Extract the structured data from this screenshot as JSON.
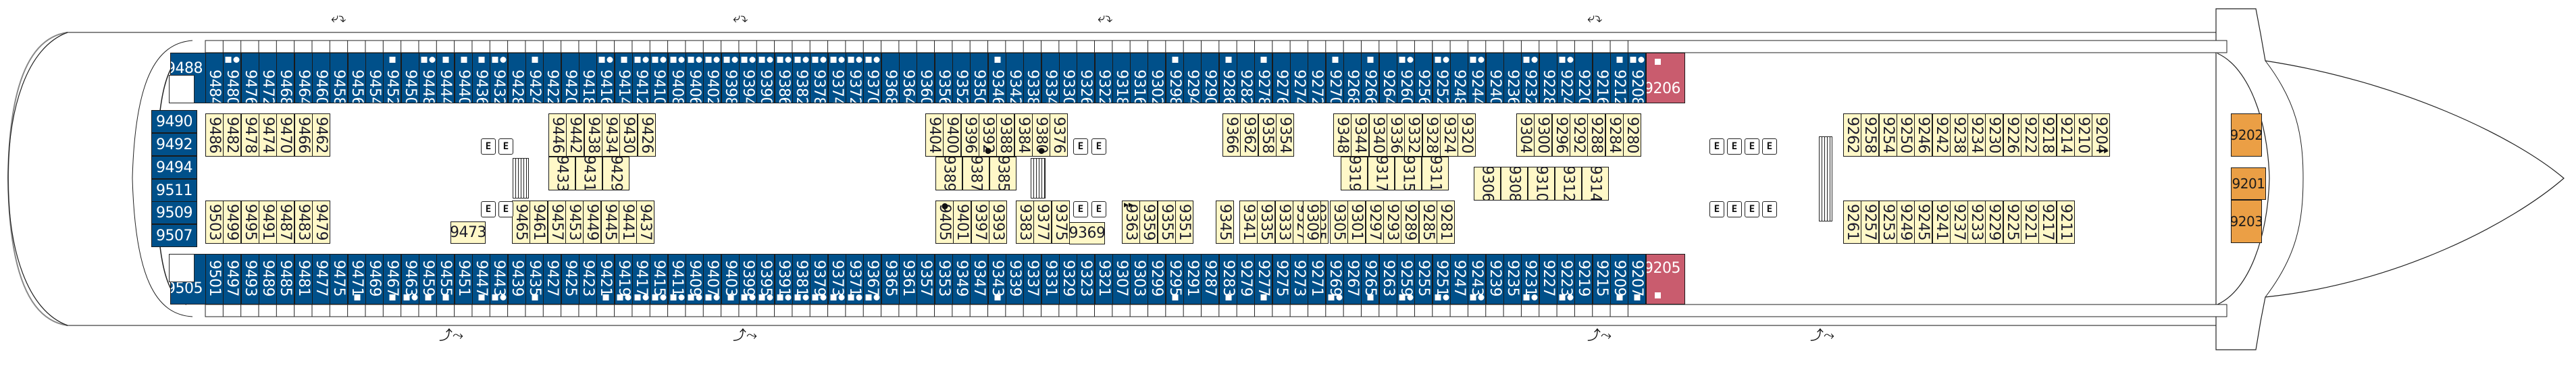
{
  "map": {
    "title": "Deck 9 cabin plan",
    "colors": {
      "balcony_cabin": "#00508a",
      "inside_cabin": "#fff8c8",
      "corner_suite": "#c95c6e",
      "forward_suite": "#eb9f45"
    },
    "legend_symbols": {
      "square": "square-marker",
      "dot": "dot-marker",
      "double_triangle": "accessible-marker",
      "connecting": "connecting-arrows-icon",
      "elevator": "elevator-icon",
      "stairs": "stairs-icon"
    },
    "port_outer_row": [
      {
        "n": "9484",
        "m": ""
      },
      {
        "n": "9480",
        "m": "sd"
      },
      {
        "n": "9476",
        "m": ""
      },
      {
        "n": "9472",
        "m": ""
      },
      {
        "n": "9468",
        "m": ""
      },
      {
        "n": "9464",
        "m": ""
      },
      {
        "n": "9460",
        "m": ""
      },
      {
        "n": "9458",
        "m": ""
      },
      {
        "n": "9456",
        "m": ""
      },
      {
        "n": "9454",
        "m": ""
      },
      {
        "n": "9452",
        "m": "s"
      },
      {
        "n": "9450",
        "m": ""
      },
      {
        "n": "9448",
        "m": "sd"
      },
      {
        "n": "9444",
        "m": "s"
      },
      {
        "n": "9440",
        "m": "s"
      },
      {
        "n": "9436",
        "m": "s"
      },
      {
        "n": "9432",
        "m": "sd"
      },
      {
        "n": "9428",
        "m": ""
      },
      {
        "n": "9424",
        "m": "s"
      },
      {
        "n": "9422",
        "m": ""
      },
      {
        "n": "9420",
        "m": ""
      },
      {
        "n": "9418",
        "m": ""
      },
      {
        "n": "9416",
        "m": "sd"
      },
      {
        "n": "9414",
        "m": "s"
      },
      {
        "n": "9412",
        "m": "sd"
      },
      {
        "n": "9410",
        "m": "sd"
      },
      {
        "n": "9408",
        "m": "sd"
      },
      {
        "n": "9406",
        "m": "sd"
      },
      {
        "n": "9402",
        "m": "sd"
      },
      {
        "n": "9398",
        "m": "sd"
      },
      {
        "n": "9394",
        "m": "sd"
      },
      {
        "n": "9390",
        "m": "sd"
      },
      {
        "n": "9386",
        "m": "sd"
      },
      {
        "n": "9382",
        "m": "sd"
      },
      {
        "n": "9378",
        "m": "sd"
      },
      {
        "n": "9374",
        "m": "sd"
      },
      {
        "n": "9372",
        "m": "sd"
      },
      {
        "n": "9370",
        "m": "sd"
      },
      {
        "n": "9368",
        "m": ""
      },
      {
        "n": "9364",
        "m": ""
      },
      {
        "n": "9360",
        "m": ""
      },
      {
        "n": "9356",
        "m": ""
      },
      {
        "n": "9352",
        "m": ""
      },
      {
        "n": "9350",
        "m": ""
      },
      {
        "n": "9346",
        "m": "s"
      },
      {
        "n": "9342",
        "m": ""
      },
      {
        "n": "9338",
        "m": ""
      },
      {
        "n": "9334",
        "m": ""
      },
      {
        "n": "9330",
        "m": ""
      },
      {
        "n": "9326",
        "m": ""
      },
      {
        "n": "9322",
        "m": ""
      },
      {
        "n": "9318",
        "m": ""
      },
      {
        "n": "9316",
        "m": ""
      },
      {
        "n": "9302",
        "m": ""
      },
      {
        "n": "9298",
        "m": "s"
      },
      {
        "n": "9294",
        "m": ""
      },
      {
        "n": "9290",
        "m": ""
      },
      {
        "n": "9286",
        "m": "s"
      },
      {
        "n": "9282",
        "m": ""
      },
      {
        "n": "9278",
        "m": "s"
      },
      {
        "n": "9276",
        "m": ""
      },
      {
        "n": "9274",
        "m": ""
      },
      {
        "n": "9272",
        "m": ""
      },
      {
        "n": "9270",
        "m": "s"
      },
      {
        "n": "9268",
        "m": ""
      },
      {
        "n": "9266",
        "m": "s"
      },
      {
        "n": "9264",
        "m": ""
      },
      {
        "n": "9260",
        "m": "sd"
      },
      {
        "n": "9256",
        "m": ""
      },
      {
        "n": "9252",
        "m": "sd"
      },
      {
        "n": "9248",
        "m": ""
      },
      {
        "n": "9244",
        "m": "sd"
      },
      {
        "n": "9240",
        "m": ""
      },
      {
        "n": "9236",
        "m": ""
      },
      {
        "n": "9232",
        "m": "sd"
      },
      {
        "n": "9228",
        "m": ""
      },
      {
        "n": "9224",
        "m": "sd"
      },
      {
        "n": "9220",
        "m": ""
      },
      {
        "n": "9216",
        "m": ""
      },
      {
        "n": "9212",
        "m": "s"
      },
      {
        "n": "9208",
        "m": "sd"
      }
    ],
    "starboard_outer_row": [
      {
        "n": "9501",
        "m": ""
      },
      {
        "n": "9497",
        "m": ""
      },
      {
        "n": "9493",
        "m": ""
      },
      {
        "n": "9489",
        "m": ""
      },
      {
        "n": "9485",
        "m": ""
      },
      {
        "n": "9481",
        "m": ""
      },
      {
        "n": "9477",
        "m": ""
      },
      {
        "n": "9475",
        "m": ""
      },
      {
        "n": "9471",
        "m": "s"
      },
      {
        "n": "9469",
        "m": ""
      },
      {
        "n": "9467",
        "m": "s"
      },
      {
        "n": "9463",
        "m": "sd"
      },
      {
        "n": "9459",
        "m": "s"
      },
      {
        "n": "9455",
        "m": "s"
      },
      {
        "n": "9451",
        "m": ""
      },
      {
        "n": "9447",
        "m": "s"
      },
      {
        "n": "9443",
        "m": "sd"
      },
      {
        "n": "9439",
        "m": ""
      },
      {
        "n": "9435",
        "m": "s"
      },
      {
        "n": "9427",
        "m": ""
      },
      {
        "n": "9425",
        "m": ""
      },
      {
        "n": "9423",
        "m": ""
      },
      {
        "n": "9421",
        "m": "s"
      },
      {
        "n": "9419",
        "m": "sd"
      },
      {
        "n": "9417",
        "m": "sd"
      },
      {
        "n": "9415",
        "m": "sd"
      },
      {
        "n": "9411",
        "m": "sd"
      },
      {
        "n": "9409",
        "m": "sd"
      },
      {
        "n": "9407",
        "m": "sd"
      },
      {
        "n": "9403",
        "m": "s"
      },
      {
        "n": "9399",
        "m": "sd"
      },
      {
        "n": "9395",
        "m": "sd"
      },
      {
        "n": "9391",
        "m": "sd"
      },
      {
        "n": "9381",
        "m": "sd"
      },
      {
        "n": "9379",
        "m": "sd"
      },
      {
        "n": "9373",
        "m": "sd"
      },
      {
        "n": "9371",
        "m": "sd"
      },
      {
        "n": "9367",
        "m": "sd"
      },
      {
        "n": "9365",
        "m": ""
      },
      {
        "n": "9361",
        "m": ""
      },
      {
        "n": "9357",
        "m": ""
      },
      {
        "n": "9353",
        "m": ""
      },
      {
        "n": "9349",
        "m": ""
      },
      {
        "n": "9347",
        "m": ""
      },
      {
        "n": "9343",
        "m": "s"
      },
      {
        "n": "9339",
        "m": ""
      },
      {
        "n": "9337",
        "m": ""
      },
      {
        "n": "9331",
        "m": ""
      },
      {
        "n": "9329",
        "m": ""
      },
      {
        "n": "9323",
        "m": ""
      },
      {
        "n": "9321",
        "m": ""
      },
      {
        "n": "9307",
        "m": ""
      },
      {
        "n": "9303",
        "m": ""
      },
      {
        "n": "9299",
        "m": ""
      },
      {
        "n": "9295",
        "m": "s"
      },
      {
        "n": "9291",
        "m": ""
      },
      {
        "n": "9287",
        "m": ""
      },
      {
        "n": "9283",
        "m": "s"
      },
      {
        "n": "9279",
        "m": ""
      },
      {
        "n": "9277",
        "m": "s"
      },
      {
        "n": "9275",
        "m": ""
      },
      {
        "n": "9273",
        "m": ""
      },
      {
        "n": "9271",
        "m": ""
      },
      {
        "n": "9269",
        "m": "sd"
      },
      {
        "n": "9267",
        "m": ""
      },
      {
        "n": "9265",
        "m": "s"
      },
      {
        "n": "9263",
        "m": ""
      },
      {
        "n": "9259",
        "m": "sd"
      },
      {
        "n": "9255",
        "m": ""
      },
      {
        "n": "9251",
        "m": "sd"
      },
      {
        "n": "9247",
        "m": ""
      },
      {
        "n": "9243",
        "m": "sd"
      },
      {
        "n": "9239",
        "m": ""
      },
      {
        "n": "9235",
        "m": ""
      },
      {
        "n": "9231",
        "m": "sd"
      },
      {
        "n": "9227",
        "m": ""
      },
      {
        "n": "9223",
        "m": "sd"
      },
      {
        "n": "9219",
        "m": ""
      },
      {
        "n": "9215",
        "m": ""
      },
      {
        "n": "9209",
        "m": "s"
      },
      {
        "n": "9207",
        "m": "s"
      }
    ],
    "aft_cabins": [
      {
        "n": "9488"
      },
      {
        "n": "9490"
      },
      {
        "n": "9492"
      },
      {
        "n": "9494"
      },
      {
        "n": "9511"
      },
      {
        "n": "9509"
      },
      {
        "n": "9507"
      },
      {
        "n": "9505"
      }
    ],
    "forward_corner_suites": [
      {
        "n": "9206",
        "m": "s"
      },
      {
        "n": "9205",
        "m": "s"
      }
    ],
    "forward_suites": [
      {
        "n": "9202"
      },
      {
        "n": "9201"
      },
      {
        "n": "9203"
      }
    ],
    "inside_port_row": [
      {
        "n": "9486"
      },
      {
        "n": "9482"
      },
      {
        "n": "9478"
      },
      {
        "n": "9474"
      },
      {
        "n": "9470"
      },
      {
        "n": "9466"
      },
      {
        "n": "9462"
      },
      {
        "n": "9446"
      },
      {
        "n": "9442"
      },
      {
        "n": "9438"
      },
      {
        "n": "9434"
      },
      {
        "n": "9430"
      },
      {
        "n": "9426"
      },
      {
        "n": "9404"
      },
      {
        "n": "9400"
      },
      {
        "n": "9396"
      },
      {
        "n": "9392",
        "m": "d"
      },
      {
        "n": "9388"
      },
      {
        "n": "9384"
      },
      {
        "n": "9380",
        "m": "d"
      },
      {
        "n": "9376"
      },
      {
        "n": "9366"
      },
      {
        "n": "9362"
      },
      {
        "n": "9358"
      },
      {
        "n": "9354"
      },
      {
        "n": "9348"
      },
      {
        "n": "9344"
      },
      {
        "n": "9340"
      },
      {
        "n": "9336"
      },
      {
        "n": "9332"
      },
      {
        "n": "9328"
      },
      {
        "n": "9324"
      },
      {
        "n": "9320"
      },
      {
        "n": "9304"
      },
      {
        "n": "9300"
      },
      {
        "n": "9296"
      },
      {
        "n": "9292"
      },
      {
        "n": "9288"
      },
      {
        "n": "9284"
      },
      {
        "n": "9280"
      },
      {
        "n": "9262"
      },
      {
        "n": "9258"
      },
      {
        "n": "9254"
      },
      {
        "n": "9250"
      },
      {
        "n": "9246"
      },
      {
        "n": "9242"
      },
      {
        "n": "9238"
      },
      {
        "n": "9234"
      },
      {
        "n": "9230"
      },
      {
        "n": "9226"
      },
      {
        "n": "9222"
      },
      {
        "n": "9218"
      },
      {
        "n": "9214"
      },
      {
        "n": "9210"
      },
      {
        "n": "9204",
        "m": "t"
      }
    ],
    "inside_middle_row": [
      {
        "n": "9433"
      },
      {
        "n": "9431"
      },
      {
        "n": "9429"
      },
      {
        "n": "9389"
      },
      {
        "n": "9387"
      },
      {
        "n": "9385"
      },
      {
        "n": "9319"
      },
      {
        "n": "9317"
      },
      {
        "n": "9315"
      },
      {
        "n": "9311"
      },
      {
        "n": "9306"
      },
      {
        "n": "9308"
      },
      {
        "n": "9310"
      },
      {
        "n": "9312"
      },
      {
        "n": "9314"
      }
    ],
    "inside_starboard_row": [
      {
        "n": "9503"
      },
      {
        "n": "9499"
      },
      {
        "n": "9495"
      },
      {
        "n": "9491"
      },
      {
        "n": "9487"
      },
      {
        "n": "9483"
      },
      {
        "n": "9479"
      },
      {
        "n": "9473"
      },
      {
        "n": "9465"
      },
      {
        "n": "9461"
      },
      {
        "n": "9457"
      },
      {
        "n": "9453"
      },
      {
        "n": "9449"
      },
      {
        "n": "9445"
      },
      {
        "n": "9441"
      },
      {
        "n": "9437"
      },
      {
        "n": "9405",
        "m": "d"
      },
      {
        "n": "9401"
      },
      {
        "n": "9397"
      },
      {
        "n": "9393"
      },
      {
        "n": "9383"
      },
      {
        "n": "9377"
      },
      {
        "n": "9375"
      },
      {
        "n": "9369"
      },
      {
        "n": "9363",
        "m": "t"
      },
      {
        "n": "9359"
      },
      {
        "n": "9355"
      },
      {
        "n": "9351"
      },
      {
        "n": "9345"
      },
      {
        "n": "9341"
      },
      {
        "n": "9335"
      },
      {
        "n": "9333"
      },
      {
        "n": "9327"
      },
      {
        "n": "9325"
      },
      {
        "n": "9309"
      },
      {
        "n": "9305"
      },
      {
        "n": "9301"
      },
      {
        "n": "9297"
      },
      {
        "n": "9293"
      },
      {
        "n": "9289"
      },
      {
        "n": "9285"
      },
      {
        "n": "9281"
      },
      {
        "n": "9261"
      },
      {
        "n": "9257"
      },
      {
        "n": "9253"
      },
      {
        "n": "9249"
      },
      {
        "n": "9245"
      },
      {
        "n": "9241"
      },
      {
        "n": "9237"
      },
      {
        "n": "9233"
      },
      {
        "n": "9229"
      },
      {
        "n": "9225"
      },
      {
        "n": "9221"
      },
      {
        "n": "9217"
      },
      {
        "n": "9211"
      }
    ],
    "elevator_label": "E"
  }
}
